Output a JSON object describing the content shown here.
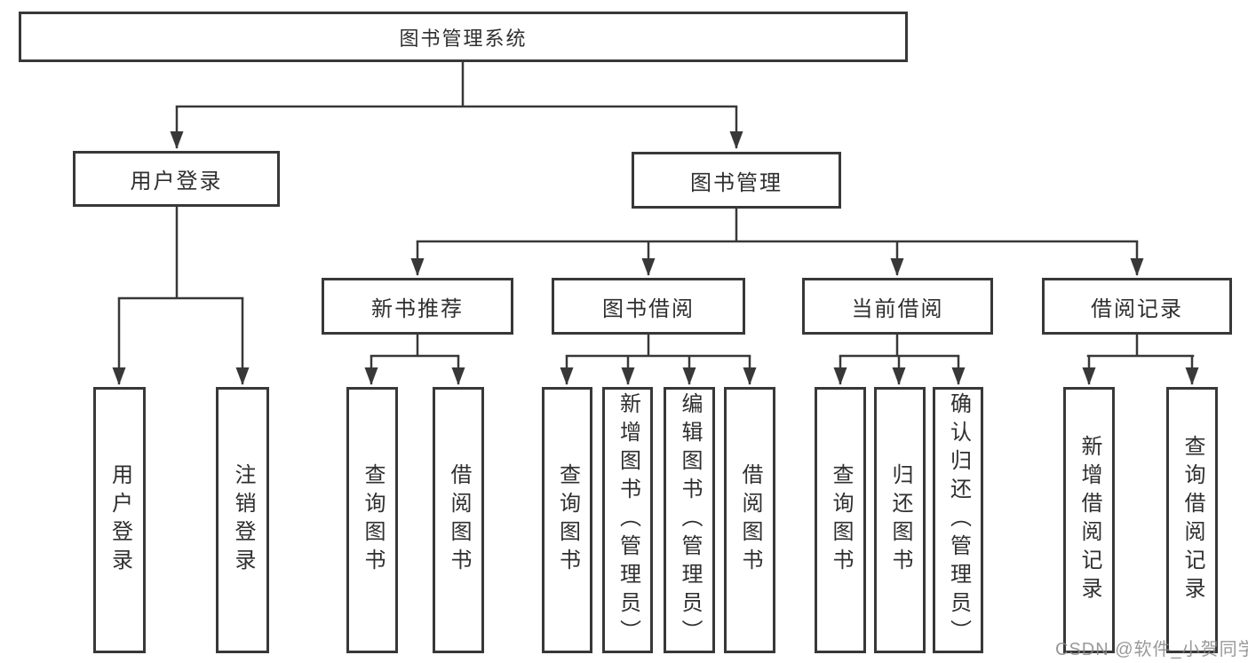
{
  "diagram": {
    "title": "图书管理系统",
    "level2": {
      "user_login": "用户登录",
      "book_management": "图书管理"
    },
    "level3": {
      "new_book_recommend": "新书推荐",
      "book_borrow": "图书借阅",
      "current_borrow": "当前借阅",
      "borrow_records": "借阅记录"
    },
    "leaves": {
      "user_login": "用户登录",
      "logout_login": "注销登录",
      "recommend_query_books": "查询图书",
      "recommend_borrow_books": "借阅图书",
      "borrow_query_books": "查询图书",
      "borrow_add_book_admin": "新增图书（管理员）",
      "borrow_edit_book_admin": "编辑图书（管理员）",
      "borrow_borrow_books": "借阅图书",
      "current_query_books": "查询图书",
      "current_return_books": "归还图书",
      "current_confirm_return_admin": "确认归还（管理员）",
      "records_add_record": "新增借阅记录",
      "records_query_record": "查询借阅记录"
    }
  },
  "watermark": "CSDN @软件_小贺同学",
  "colors": {
    "line": "#383838",
    "text": "#2f2f2f",
    "background": "#ffffff",
    "watermark": "#878787"
  }
}
